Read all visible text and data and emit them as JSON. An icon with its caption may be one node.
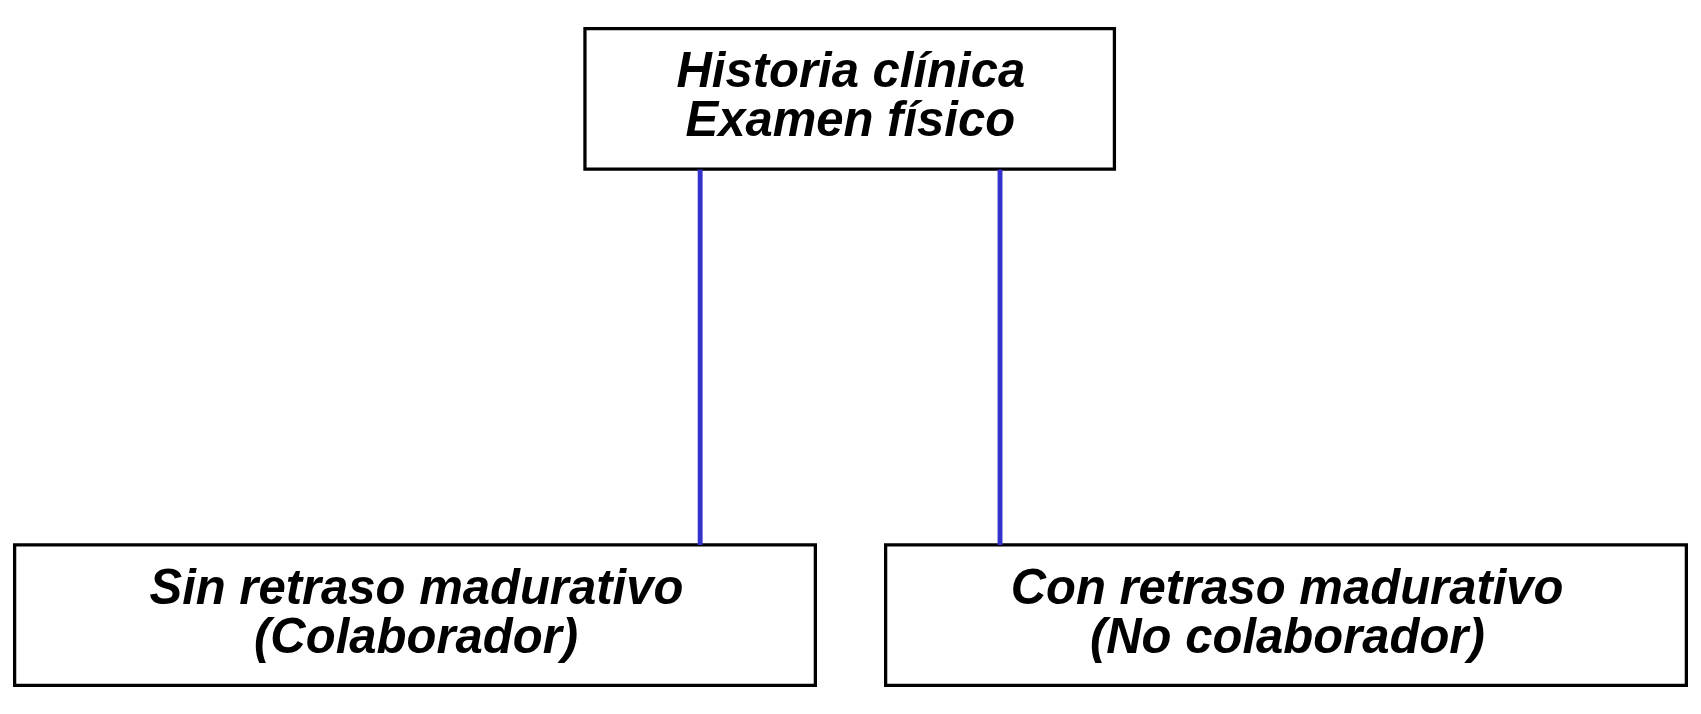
{
  "diagram": {
    "nodes": [
      {
        "text": [
          "Historia clínica",
          "Examen físico"
        ]
      },
      {
        "text": [
          "Sin retraso madurativo",
          "(Colaborador)"
        ]
      },
      {
        "text": [
          "Con retraso madurativo",
          "(No colaborador)"
        ]
      }
    ],
    "edges": [
      {
        "from": 0,
        "to": 1,
        "arrow": "none"
      },
      {
        "from": 0,
        "to": 2,
        "arrow": "none"
      }
    ]
  }
}
